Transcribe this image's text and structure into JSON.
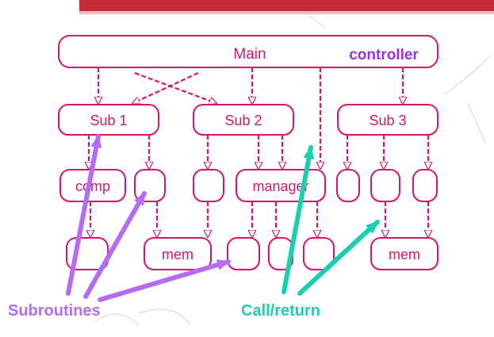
{
  "diagram": {
    "main_label": "Main",
    "controller_label": "controller",
    "sub1_label": "Sub 1",
    "sub2_label": "Sub 2",
    "sub3_label": "Sub 3",
    "comp_label": "comp",
    "manager_label": "manager",
    "mem1_label": "mem",
    "mem2_label": "mem",
    "subroutines_label": "Subroutines",
    "callreturn_label": "Call/return"
  },
  "colors": {
    "box": "#d6136e",
    "arrow": "#d6136e",
    "controller": "#9b30e8",
    "subroutines": "#b56bf5",
    "callreturn": "#19cfb0",
    "banner": "#c62a3a"
  }
}
